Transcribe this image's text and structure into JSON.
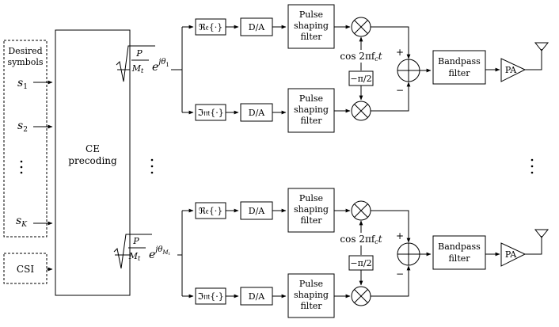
{
  "labels": {
    "desired_symbols_line1": "Desired",
    "desired_symbols_line2": "symbols",
    "symbol_1": "s",
    "symbol_1_sub": "1",
    "symbol_2": "s",
    "symbol_2_sub": "2",
    "symbol_k": "s",
    "symbol_k_sub": "K",
    "csi": "CSI",
    "ce_line1": "CE",
    "ce_line2": "precoding",
    "da": "D/A",
    "real_op": "ℜ𝔢{·}",
    "imag_op": "ℑ𝔪{·}",
    "pulse_line1": "Pulse",
    "pulse_line2": "shaping",
    "pulse_line3": "filter",
    "bandpass_line1": "Bandpass",
    "bandpass_line2": "filter",
    "pa": "PA",
    "cos_label": "cos 2πf",
    "cos_sub": "c",
    "cos_t": "t",
    "phase_shift": "−π/2",
    "plus": "+",
    "minus": "−",
    "sqrt_P": "P",
    "sqrt_Mt": "M",
    "sqrt_Mt_sub": "t",
    "exp_base": "e",
    "exp_theta": "jθ",
    "exp_sub_1": "1",
    "exp_sub_m": "M",
    "exp_sub_m_sub": "t"
  }
}
